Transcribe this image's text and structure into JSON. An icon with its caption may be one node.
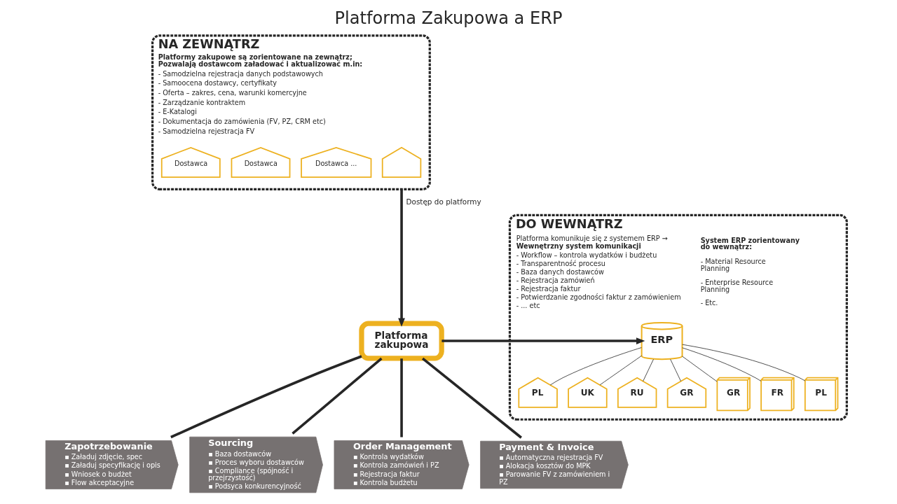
{
  "diagram": {
    "title": "Platforma Zakupowa a ERP",
    "nodes": [
      {
        "text": [
          "NA ZEWNĄTRZ",
          "Platformy zakupowe są zorientowane na zewnątrz; Pozwalają dostawcom załadować i aktualizować m.in:",
          "- Samodzielna rejestracja danych podstawowych",
          "- Samoocena dostawcy, certyfikaty",
          "- Oferta – zakres, cena, warunki komercyjne",
          "- Zarządzanie kontraktem",
          "- E-Katalogi",
          "- Dokumentacja do zamówienia (FV, PZ, CRM etc)",
          "- Samodzielna rejestracja FV"
        ]
      },
      {
        "text": [
          "Dostawca"
        ],
        "in": 0
      },
      {
        "text": [
          "Dostawca"
        ],
        "in": 0
      },
      {
        "text": [
          "Dostawca ..."
        ],
        "in": 0
      },
      {
        "text": [],
        "shape": "picture",
        "in": 0
      },
      {
        "text": [
          "Platforma zakupowa"
        ]
      },
      {
        "text": [
          "DO WEWNĄTRZ",
          "Platforma komunikuje się z systemem ERP →",
          "Wewnętrzny system komunikacji",
          "- Workflow – kontrola wydatków i budżetu",
          "- Transparentność procesu",
          "- Baza danych dostawców",
          "- Rejestracja zamówień",
          "- Rejestracja faktur",
          "- Potwierdzanie zgodności faktur z zamówieniem",
          "- ... etc",
          "System ERP zorientowany do wewnątrz:",
          "- Material Resource Planning",
          "- Enterprise Resource Planning",
          "- Etc."
        ]
      },
      {
        "text": [
          "ERP"
        ],
        "in": 6
      },
      {
        "text": [
          "PL"
        ],
        "in": 6
      },
      {
        "text": [
          "UK"
        ],
        "in": 6
      },
      {
        "text": [
          "RU"
        ],
        "in": 6
      },
      {
        "text": [
          "GR"
        ],
        "in": 6
      },
      {
        "text": [
          "GR"
        ],
        "in": 6
      },
      {
        "text": [
          "FR"
        ],
        "in": 6
      },
      {
        "text": [
          "PL"
        ],
        "in": 6
      },
      {
        "text": [
          "Zapotrzebowanie",
          "▪ Załaduj zdjęcie, spec",
          "▪ Załaduj specyfikację i opis",
          "▪ Wniosek o budżet",
          "▪ Flow akceptacyjne"
        ]
      },
      {
        "text": [
          "Sourcing",
          "▪ Baza dostawców",
          "▪ Proces wyboru dostawców",
          "▪ Compliance (spójność i przejrzystość)",
          "▪ Podsyca konkurencyjność"
        ]
      },
      {
        "text": [
          "Order Management",
          "▪ Kontrola wydatków",
          "▪ Kontrola zamówień i PZ",
          "▪ Rejestracja faktur",
          "▪ Kontrola budżetu"
        ]
      },
      {
        "text": [
          "Payment & Invoice",
          "▪ Automatyczna rejestracja FV",
          "▪ Alokacja kosztów do MPK",
          "▪ Parowanie FV z zamówieniem i PZ"
        ]
      }
    ],
    "edges": [
      {
        "from": 0,
        "to": 5,
        "arrow": "to",
        "label": "Dostęp do platformy",
        "style": "thick"
      },
      {
        "from": 5,
        "to": 7,
        "arrow": "to",
        "style": "thick"
      },
      {
        "from": 7,
        "to": 8,
        "arrow": "none"
      },
      {
        "from": 7,
        "to": 9,
        "arrow": "none"
      },
      {
        "from": 7,
        "to": 10,
        "arrow": "none"
      },
      {
        "from": 7,
        "to": 11,
        "arrow": "none"
      },
      {
        "from": 7,
        "to": 12,
        "arrow": "none"
      },
      {
        "from": 7,
        "to": 13,
        "arrow": "none"
      },
      {
        "from": 7,
        "to": 14,
        "arrow": "none"
      },
      {
        "from": 5,
        "to": 15,
        "arrow": "none",
        "style": "thick"
      },
      {
        "from": 5,
        "to": 16,
        "arrow": "none",
        "style": "thick"
      },
      {
        "from": 5,
        "to": 17,
        "arrow": "none",
        "style": "thick"
      },
      {
        "from": 5,
        "to": 18,
        "arrow": "none",
        "style": "thick"
      }
    ]
  }
}
